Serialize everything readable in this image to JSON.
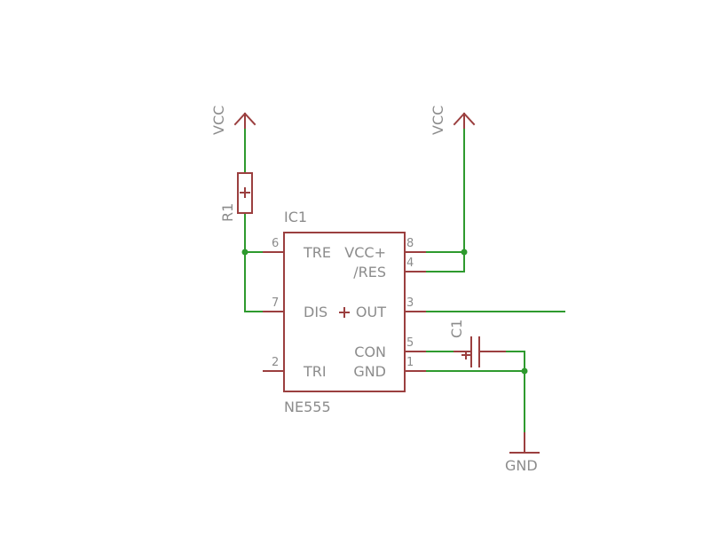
{
  "schematic": {
    "ic": {
      "name": "IC1",
      "value": "NE555",
      "pins": {
        "tre": "TRE",
        "dis": "DIS",
        "tri": "TRI",
        "vcc": "VCC+",
        "res": "/RES",
        "out": "OUT",
        "con": "CON",
        "gnd": "GND"
      },
      "pin_numbers": {
        "tre": "6",
        "dis": "7",
        "tri": "2",
        "vcc": "8",
        "res": "4",
        "out": "3",
        "con": "5",
        "gnd": "1"
      }
    },
    "r1": {
      "name": "R1"
    },
    "c1": {
      "name": "C1"
    },
    "supply_left": {
      "label": "VCC"
    },
    "supply_right": {
      "label": "VCC"
    },
    "ground": {
      "label": "GND"
    },
    "colors": {
      "symbol": "#9b3f3f",
      "net": "#2e9a2e",
      "text": "#8c8c8c"
    }
  }
}
